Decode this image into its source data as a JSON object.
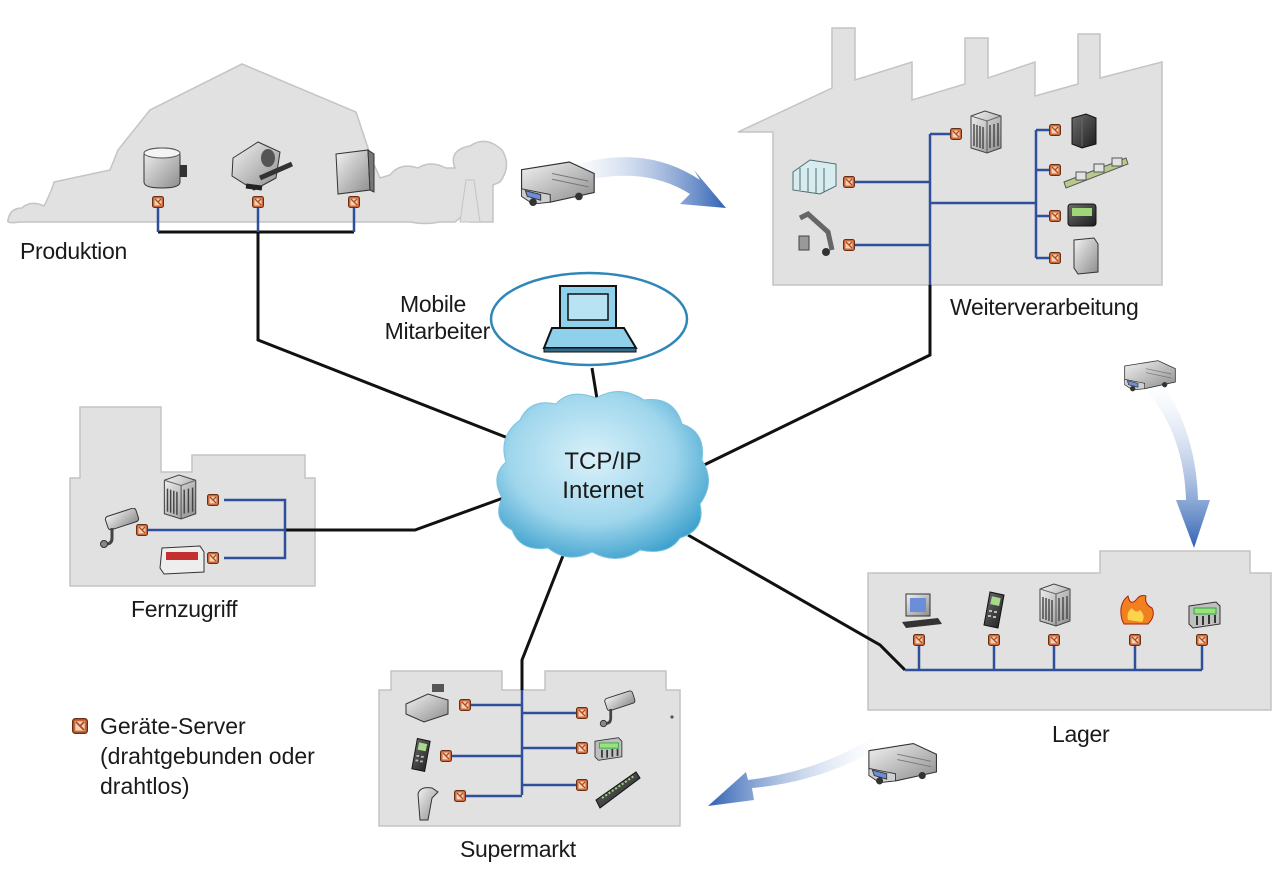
{
  "diagram": {
    "type": "network-topology",
    "hub": {
      "line1": "TCP/IP",
      "line2": "Internet",
      "icon": "cloud-icon"
    },
    "mobile": {
      "line1": "Mobile",
      "line2": "Mitarbeiter",
      "icon": "laptop-icon"
    },
    "sites": [
      {
        "id": "produktion",
        "label": "Produktion",
        "devices": [
          "tank-sensor-icon",
          "valve-actuator-icon",
          "control-cabinet-icon"
        ]
      },
      {
        "id": "weiterverarbeitung",
        "label": "Weiterverarbeitung",
        "devices": [
          "bottle-crate-icon",
          "robot-arm-icon",
          "server-icon",
          "server-rack-icon",
          "conveyor-icon",
          "operator-panel-icon",
          "plc-cabinet-icon"
        ]
      },
      {
        "id": "fernzugriff",
        "label": "Fernzugriff",
        "devices": [
          "security-camera-icon",
          "server-icon",
          "led-display-icon"
        ]
      },
      {
        "id": "lager",
        "label": "Lager",
        "devices": [
          "workstation-icon",
          "handheld-scanner-icon",
          "server-icon",
          "fire-alarm-icon",
          "io-module-icon"
        ]
      },
      {
        "id": "supermarkt",
        "label": "Supermarkt",
        "devices": [
          "cash-register-icon",
          "handheld-terminal-icon",
          "barcode-scanner-icon",
          "security-camera-icon",
          "io-module-icon",
          "network-switch-icon"
        ]
      }
    ],
    "legend": {
      "icon": "device-server-icon",
      "line1": "Geräte-Server",
      "line2": "(drahtgebunden oder",
      "line3": "drahtlos)"
    },
    "flows": [
      {
        "from": "produktion",
        "to": "weiterverarbeitung",
        "icon": "truck-icon"
      },
      {
        "from": "weiterverarbeitung",
        "to": "lager",
        "icon": "truck-icon"
      },
      {
        "from": "lager",
        "to": "supermarkt",
        "icon": "truck-icon"
      }
    ],
    "colors": {
      "building": "#e1e1e1",
      "building_stroke": "#c4c4c4",
      "lan_line": "#2f4f9a",
      "wan_line": "#111111",
      "device_server": "#c8683a",
      "cloud_light": "#bfe6f4",
      "cloud_dark": "#3aa3cf",
      "arrow": "#2f62b3",
      "mobile_ellipse": "#2f86b8"
    }
  }
}
